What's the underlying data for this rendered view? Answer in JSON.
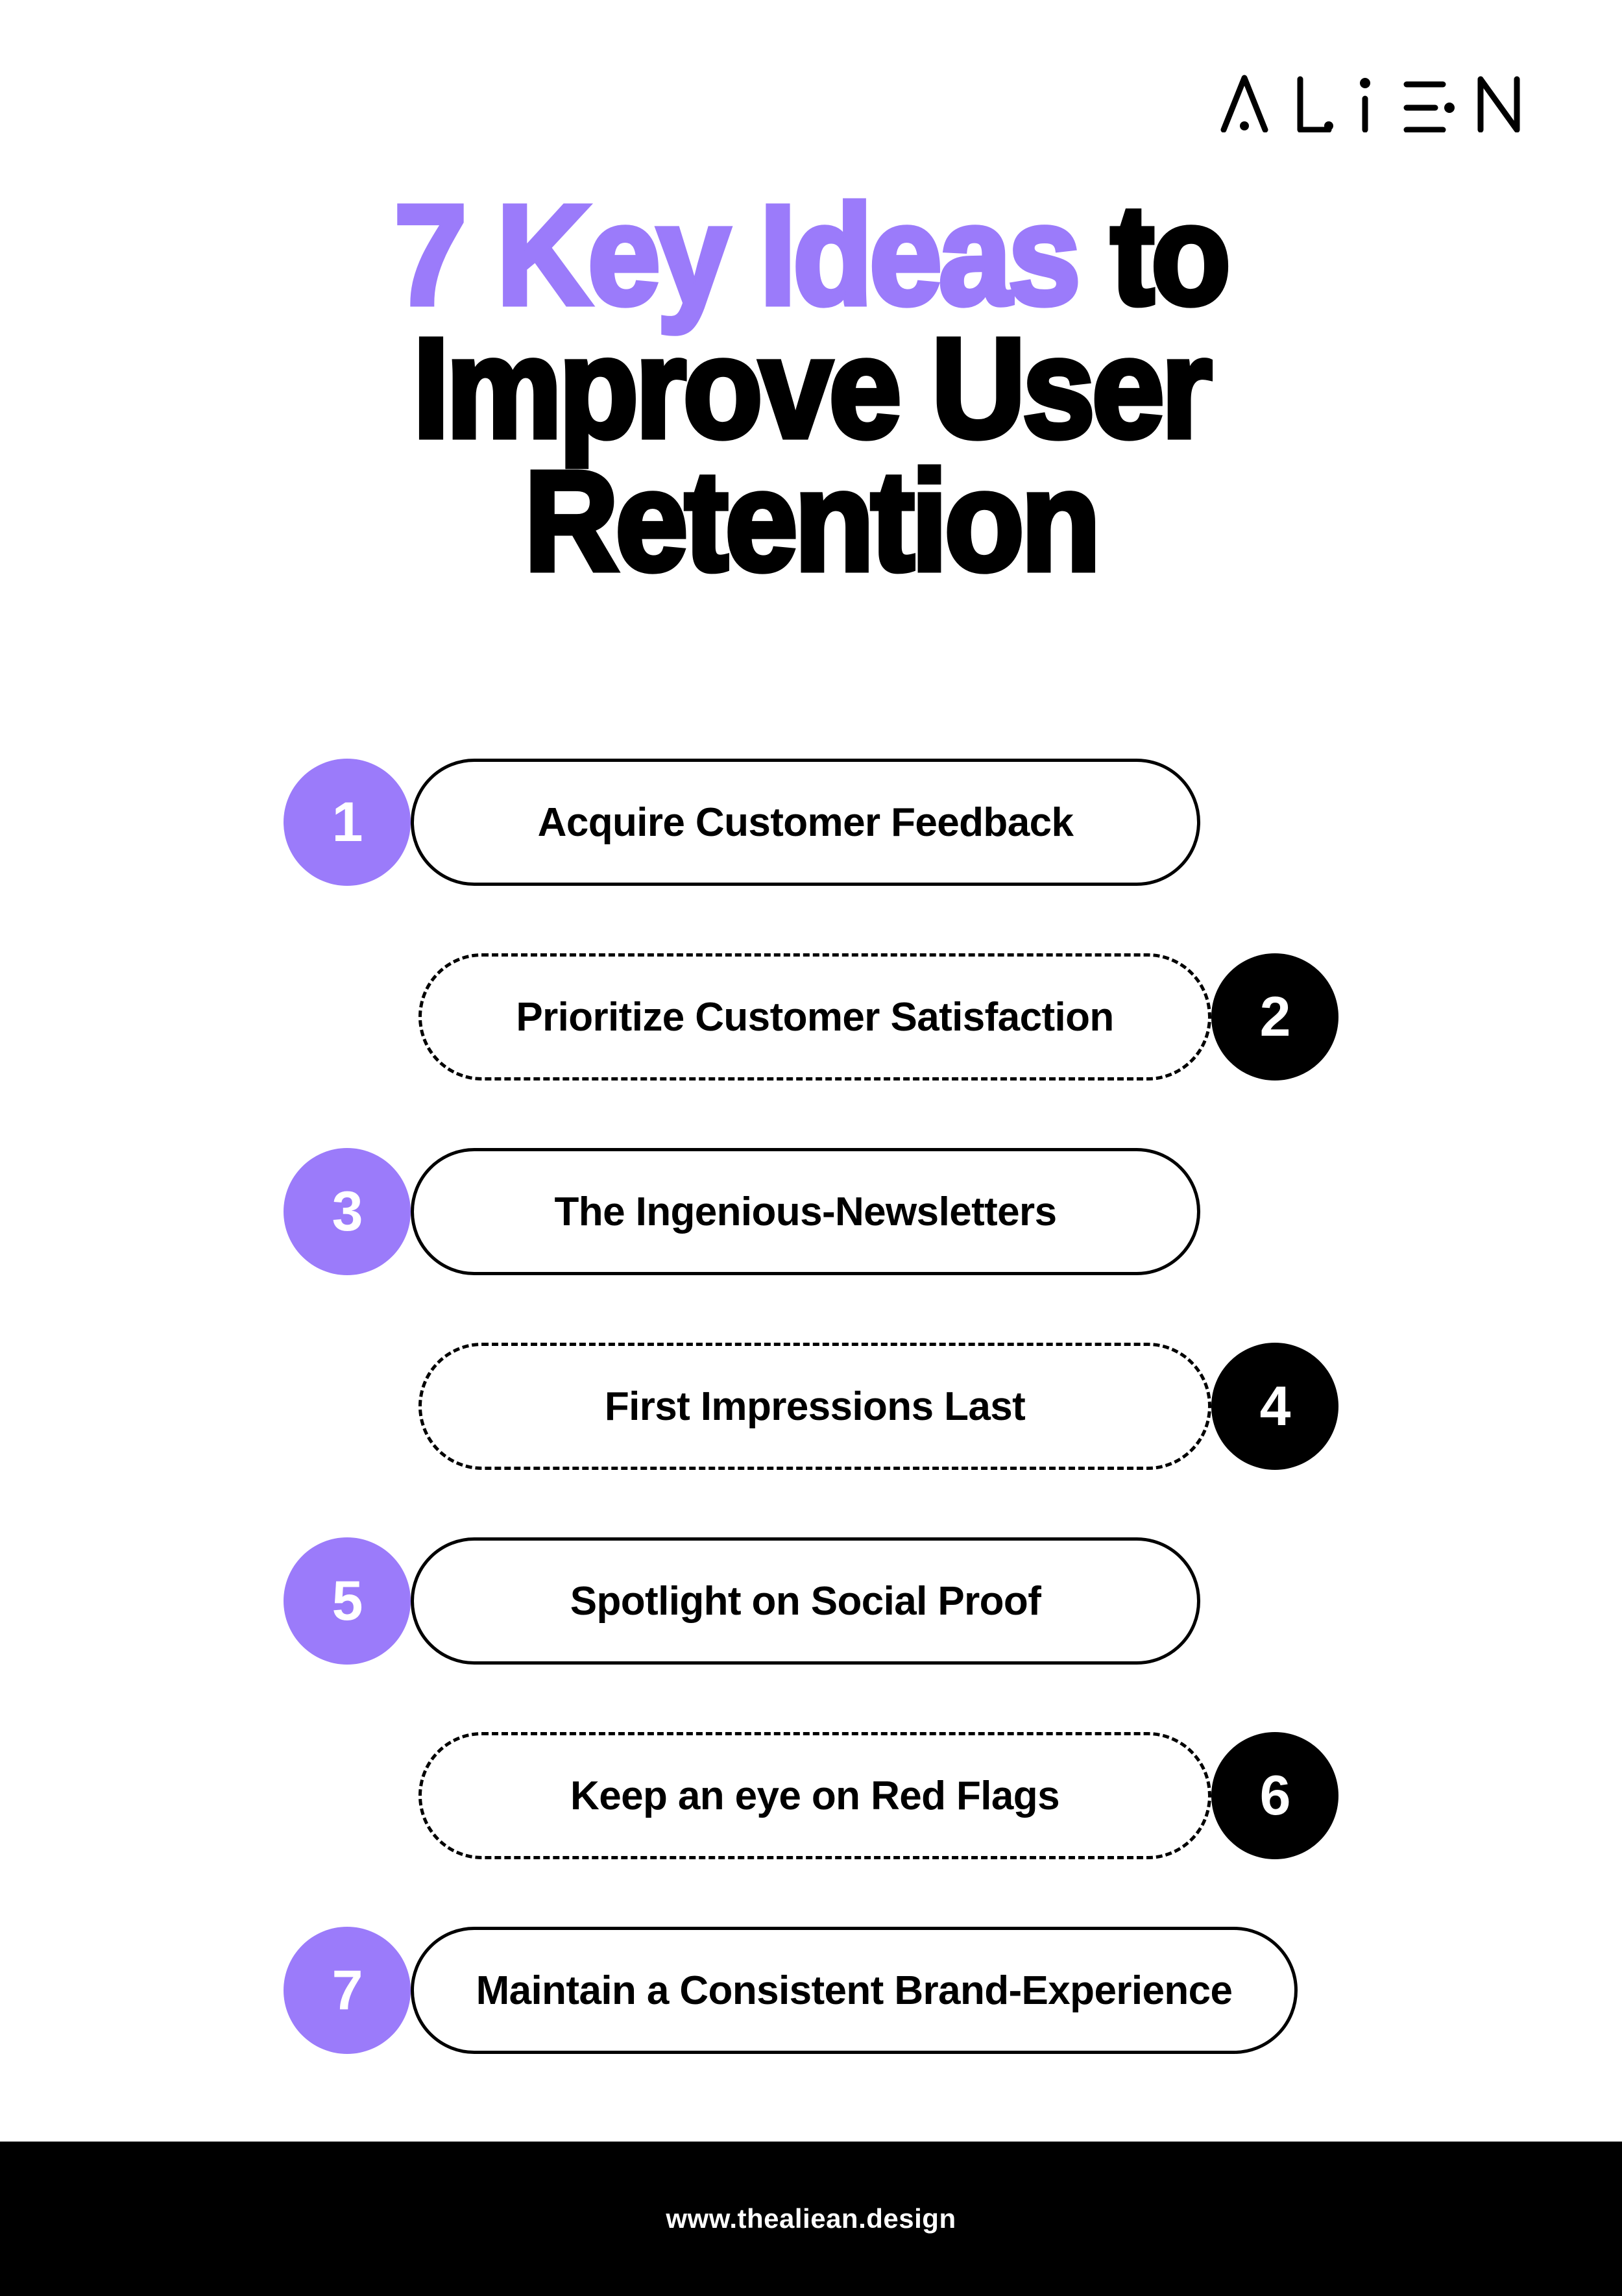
{
  "brand": {
    "logo_text": "ALiΞN",
    "logo_letters": [
      "A",
      "L",
      "i",
      "Ξ",
      "N"
    ],
    "accent_color": "#9b7bfa",
    "ink_color": "#000000",
    "paper_color": "#ffffff"
  },
  "title": {
    "line1_accent": "7 Key Ideas",
    "line1_rest": " to",
    "line2": "Improve User",
    "line3": "Retention",
    "full": "7 Key Ideas to Improve User Retention"
  },
  "items": [
    {
      "number": "1",
      "label": "Acquire Customer Feedback",
      "badge_style": "purple",
      "badge_side": "left",
      "border_style": "solid"
    },
    {
      "number": "2",
      "label": "Prioritize Customer Satisfaction",
      "badge_style": "black",
      "badge_side": "right",
      "border_style": "dashed"
    },
    {
      "number": "3",
      "label": "The Ingenious-Newsletters",
      "badge_style": "purple",
      "badge_side": "left",
      "border_style": "solid"
    },
    {
      "number": "4",
      "label": "First Impressions Last",
      "badge_style": "black",
      "badge_side": "right",
      "border_style": "dashed"
    },
    {
      "number": "5",
      "label": "Spotlight on Social Proof",
      "badge_style": "purple",
      "badge_side": "left",
      "border_style": "solid"
    },
    {
      "number": "6",
      "label": "Keep an eye on Red Flags",
      "badge_style": "black",
      "badge_side": "right",
      "border_style": "dashed"
    },
    {
      "number": "7",
      "label": "Maintain a Consistent Brand-Experience",
      "badge_style": "purple",
      "badge_side": "left",
      "border_style": "solid"
    }
  ],
  "footer": {
    "website": "www.thealiean.design"
  }
}
